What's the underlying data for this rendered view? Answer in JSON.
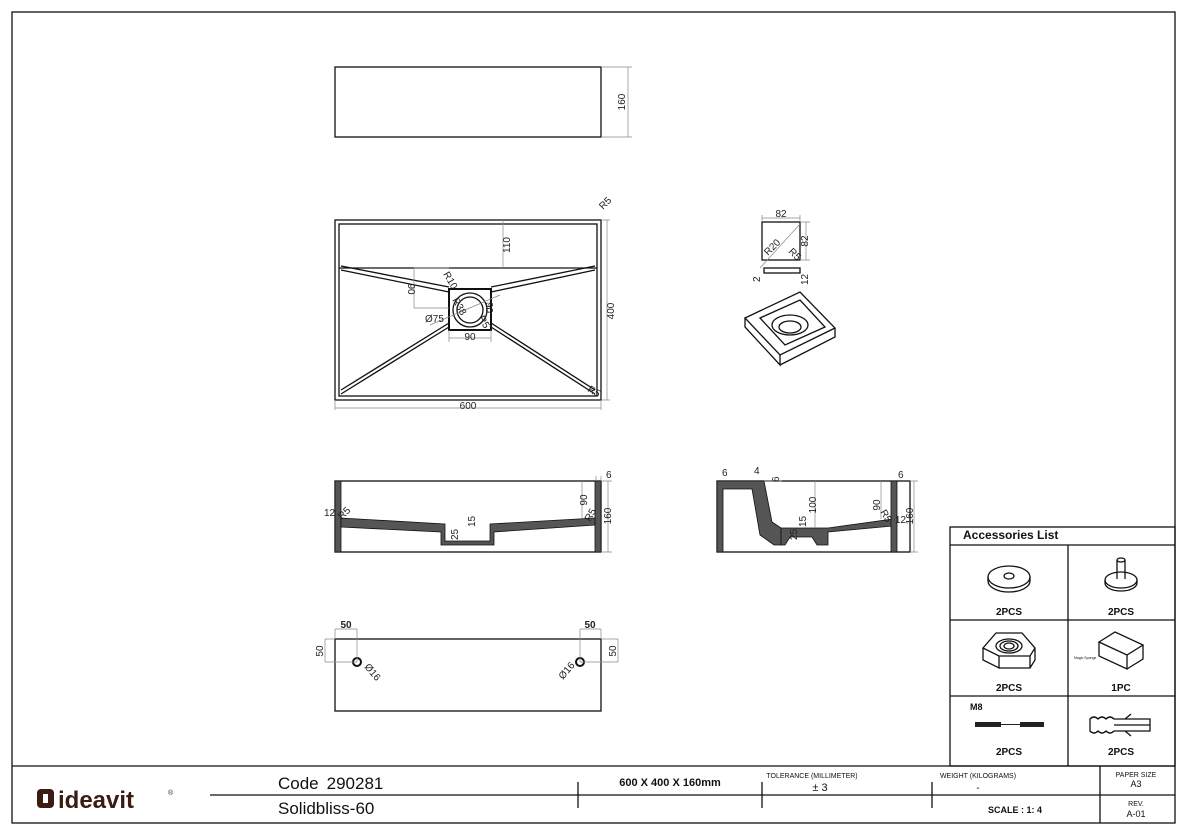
{
  "title_block": {
    "brand": "ideavit",
    "code_label": "Code",
    "code": "290281",
    "product_name": "Solidbliss-60",
    "dimensions": "600 X 400 X 160mm",
    "tolerance_label": "TOLERANCE (MILLIMETER)",
    "tolerance_value": "± 3",
    "weight_label": "WEIGHT (KILOGRAMS)",
    "weight_value": "-",
    "paper_size_label": "PAPER SIZE",
    "paper_size_value": "A3",
    "scale": "SCALE : 1: 4",
    "rev_label": "REV.",
    "rev_value": "A-01"
  },
  "accessories": {
    "title": "Accessories List",
    "items": [
      {
        "icon": "washer-icon",
        "qty": "2PCS"
      },
      {
        "icon": "bolt-washer-icon",
        "qty": "2PCS"
      },
      {
        "icon": "hex-nut-icon",
        "qty": "2PCS"
      },
      {
        "icon": "sponge-icon",
        "qty": "1PC",
        "caption": "Magic Sponge"
      },
      {
        "icon": "threaded-rod-icon",
        "qty": "2PCS",
        "caption": "M8"
      },
      {
        "icon": "wall-plug-icon",
        "qty": "2PCS"
      }
    ]
  },
  "dims": {
    "front_height": "160",
    "plan_r5_top": "R5",
    "plan_110": "110",
    "plan_r10": "R10",
    "plan_90_v": "90",
    "plan_r38": "R38",
    "plan_d75": "Ø75",
    "plan_90_h": "90",
    "plan_90_side": "90",
    "plan_r5_drain": "R5",
    "plan_400": "400",
    "plan_600": "600",
    "plan_r5_bottom": "R5",
    "cover_82_w": "82",
    "cover_82_h": "82",
    "cover_r20": "R20",
    "cover_r5": "R5",
    "cover_2": "2",
    "cover_12": "12",
    "s1_6": "6",
    "s1_12": "12",
    "s1_r5_l": "R5",
    "s1_90": "90",
    "s1_r5_r": "R5",
    "s1_160": "160",
    "s1_15": "15",
    "s1_25": "25",
    "s2_6_l": "6",
    "s2_4": "4",
    "s2_6_m": "6",
    "s2_100": "100",
    "s2_90": "90",
    "s2_6_r": "6",
    "s2_r5": "R5",
    "s2_12": "12",
    "s2_160": "160",
    "s2_15": "15",
    "s2_25": "25",
    "b_50_l": "50",
    "b_50_lv": "50",
    "b_d16_l": "Ø16",
    "b_50_r": "50",
    "b_50_rv": "50",
    "b_d16_r": "Ø16"
  }
}
